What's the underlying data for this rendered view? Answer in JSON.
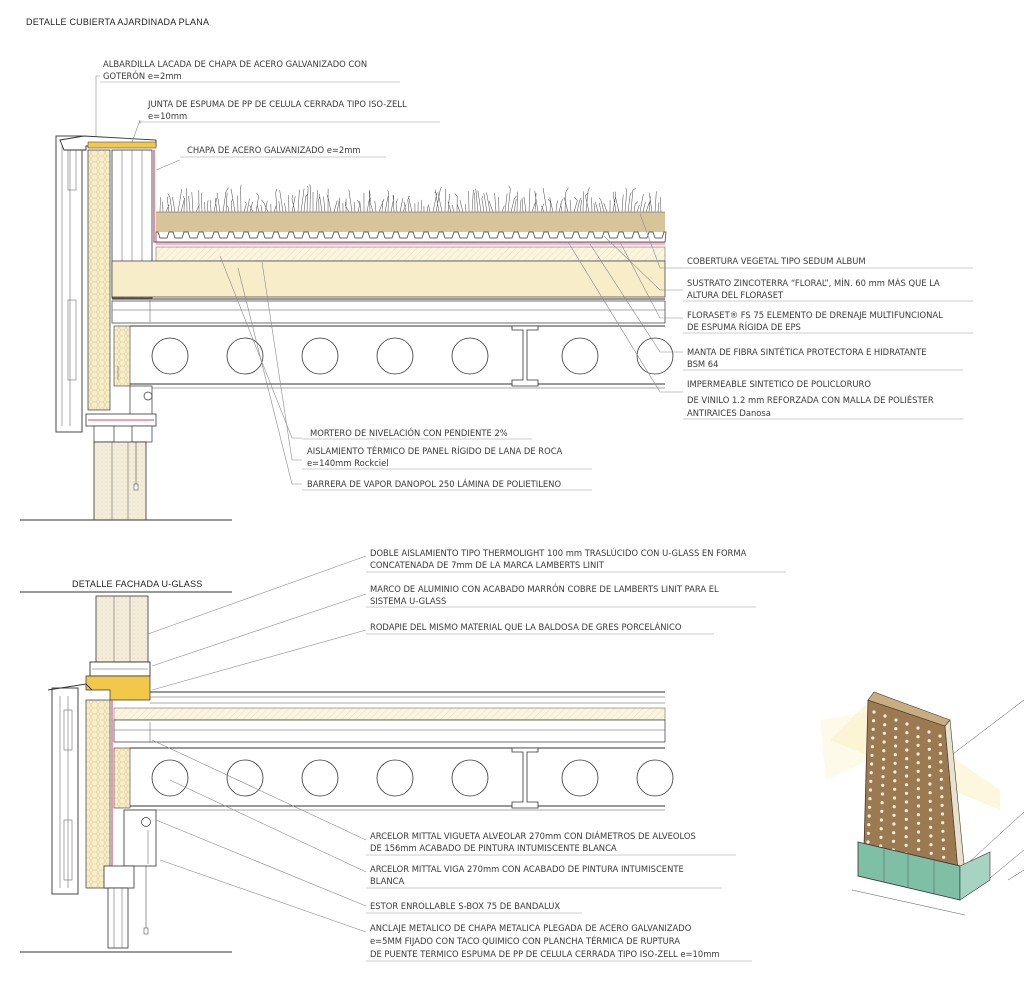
{
  "detail_roof": {
    "title": "DETALLE CUBIERTA AJARDINADA PLANA",
    "labels": {
      "albardilla": [
        "ALBARDILLA LACADA DE CHAPA DE ACERO GALVANIZADO CON",
        "GOTERÓN e=2mm"
      ],
      "junta": [
        "JUNTA DE ESPUMA DE PP DE CELULA CERRADA TIPO ISO-ZELL",
        "e=10mm"
      ],
      "chapa": [
        "CHAPA DE ACERO GALVANIZADO e=2mm"
      ],
      "cobertura": [
        "COBERTURA VEGETAL TIPO SEDUM ALBUM"
      ],
      "sustrato": [
        "SUSTRATO ZINCOTERRA “FLORAL”, MÍN. 60 mm MÁS QUE LA",
        "ALTURA DEL FLORASET"
      ],
      "floraset": [
        "FLORASET® FS 75 ELEMENTO DE DRENAJE MULTIFUNCIONAL",
        "DE ESPUMA RÍGIDA DE EPS"
      ],
      "manta": [
        "MANTA DE FIBRA SINTÉTICA PROTECTORA E HIDRATANTE",
        "BSM 64"
      ],
      "impermeable": [
        "IMPERMEABLE SINTETICO DE POLICLORURO",
        "DE VINILO 1.2 mm REFORZADA CON MALLA DE POLIÉSTER",
        "ANTIRAICES Danosa"
      ],
      "mortero": [
        "MORTERO DE NIVELACIÓN CON PENDIENTE 2%"
      ],
      "aislamiento": [
        "AISLAMIENTO TÉRMICO DE PANEL RÍGIDO DE LANA DE ROCA",
        "e=140mm Rockciel"
      ],
      "barrera": [
        "BARRERA DE VAPOR DANOPOL 250 LÁMINA DE POLIETILENO"
      ]
    }
  },
  "detail_facade": {
    "title": "DETALLE FACHADA U-GLASS",
    "labels": {
      "doble": [
        "DOBLE AISLAMIENTO TIPO THERMOLIGHT 100 mm TRASLÚCIDO CON U-GLASS EN FORMA",
        "CONCATENADA DE 7mm DE LA MARCA LAMBERTS LINIT"
      ],
      "marco": [
        "MARCO DE ALUMINIO CON ACABADO MARRÓN COBRE DE LAMBERTS LINIT PARA EL",
        "SISTEMA U-GLASS"
      ],
      "rodapie": [
        "RODAPIE DEL MISMO MATERIAL QUE LA BALDOSA DE GRES PORCELÁNICO"
      ],
      "vigueta": [
        "ARCELOR MITTAL VIGUETA ALVEOLAR 270mm CON DIÁMETROS DE ALVEOLOS",
        "DE 156mm ACABADO DE PINTURA INTUMISCENTE BLANCA"
      ],
      "viga": [
        "ARCELOR MITTAL VIGA 270mm CON ACABADO DE PINTURA INTUMISCENTE",
        "BLANCA"
      ],
      "estor": [
        "ESTOR ENROLLABLE S-BOX 75 DE BANDALUX"
      ],
      "anclaje": [
        "ANCLAJE METALICO DE CHAPA METALICA PLEGADA DE ACERO GALVANIZADO",
        "e=5MM FIJADO CON TACO QUIMICO CON PLANCHA TÉRMICA DE RUPTURA",
        "DE PUENTE TERMICO ESPUMA DE PP DE CELULA CERRADA TIPO ISO-ZELL e=10mm"
      ]
    }
  },
  "colors": {
    "insulation": "#f7edc8",
    "substrate": "#d8c49a",
    "accent_pink": "#d0456e",
    "flashing": "#f2c84b",
    "glass_tint": "#e2f0ea",
    "sketch_panel": "#9b7a52",
    "sketch_base": "#7fbfa6"
  }
}
